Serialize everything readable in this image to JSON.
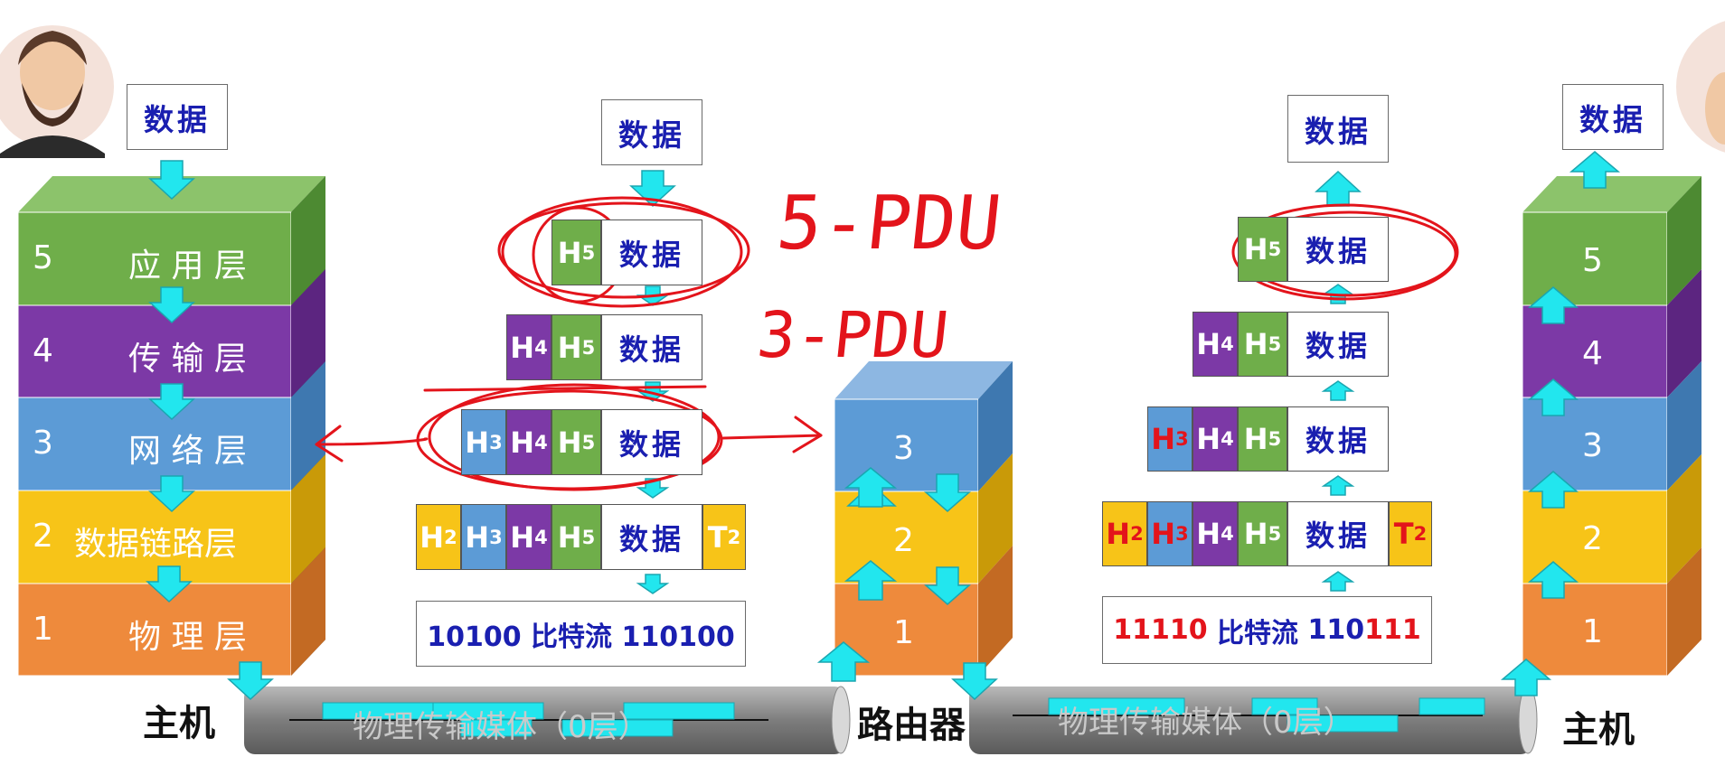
{
  "data_label": "数据",
  "left_host": {
    "label": "主机",
    "layers": [
      {
        "num": "5",
        "name": "应 用 层"
      },
      {
        "num": "4",
        "name": "传 输 层"
      },
      {
        "num": "3",
        "name": "网 络 层"
      },
      {
        "num": "2",
        "name": "数据链路层"
      },
      {
        "num": "1",
        "name": "物 理 层"
      }
    ]
  },
  "router": {
    "label": "路由器",
    "layers": [
      "3",
      "2",
      "1"
    ]
  },
  "right_host": {
    "label": "主机",
    "layers": [
      "5",
      "4",
      "3",
      "2",
      "1"
    ]
  },
  "headers": {
    "h2": "H",
    "h3": "H",
    "h4": "H",
    "h5": "H",
    "t2": "T",
    "s2": "2",
    "s3": "3",
    "s4": "4",
    "s5": "5"
  },
  "left_bits": {
    "a": "10100 比特流 110100"
  },
  "right_bits": {
    "a": "11110",
    "b": " 比特流 ",
    "c": "110",
    "d": "111"
  },
  "medium": {
    "left": "物理传输媒体（0层）",
    "right": "物理传输媒体（0层）"
  },
  "annotations": {
    "pdu5": "5-PDU",
    "pdu3": "3-PDU"
  },
  "colors": {
    "app": "#6fae4a",
    "transport": "#7c39a6",
    "network": "#5c9bd6",
    "datalink": "#f7c418",
    "physical": "#ee8a3c",
    "arrow": "#22e6ee",
    "ink": "#e3141b"
  }
}
